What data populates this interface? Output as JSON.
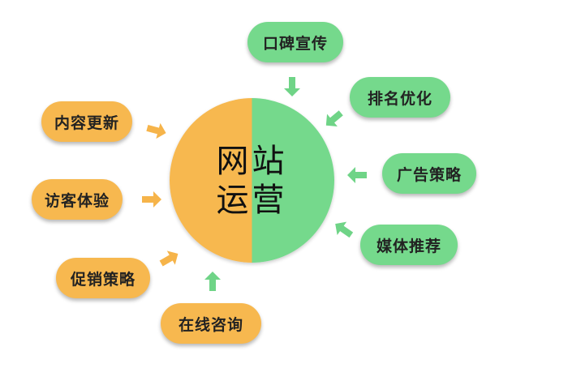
{
  "center": {
    "line1": "网站",
    "line2": "运营"
  },
  "nodes": {
    "koubei": "口碑宣传",
    "paiming": "排名优化",
    "guanggao": "广告策略",
    "meiti": "媒体推荐",
    "neirong": "内容更新",
    "fangke": "访客体验",
    "cuxiao": "促销策略",
    "zaixian": "在线咨询"
  },
  "colors": {
    "orange": "#f7b84f",
    "green": "#75d98c",
    "orange_arrow": "#f6b44a",
    "green_arrow": "#6fd487"
  }
}
